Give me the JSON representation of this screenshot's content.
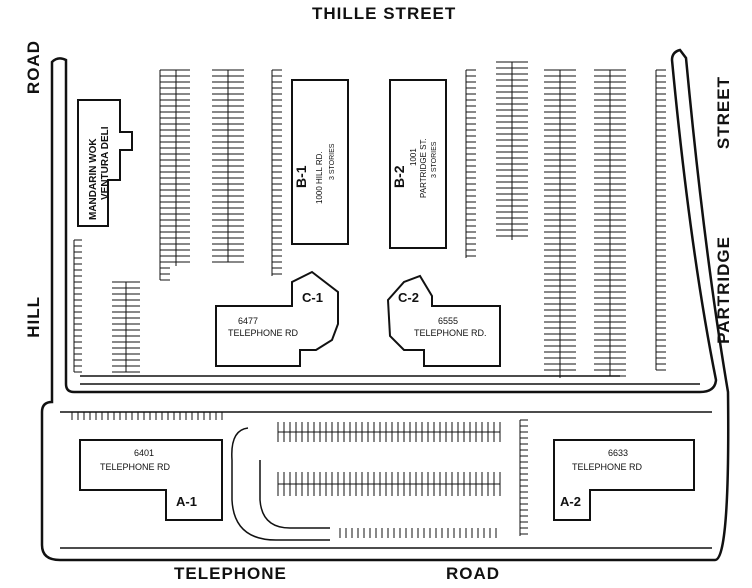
{
  "streets": {
    "top": "THILLE STREET",
    "left_top": "ROAD",
    "left_bottom": "HILL",
    "right_top": "STREET",
    "right_bottom": "PARTRIDGE",
    "bottom_left": "TELEPHONE",
    "bottom_right": "ROAD"
  },
  "buildings": {
    "b1": {
      "id": "B-1",
      "address": "1000 HILL RD.",
      "stories": "3 STORIES"
    },
    "b2": {
      "id": "B-2",
      "address_num": "1001",
      "address": "PARTRIDGE ST.",
      "stories": "3 STORIES"
    },
    "c1": {
      "id": "C-1",
      "number": "6477",
      "street": "TELEPHONE RD"
    },
    "c2": {
      "id": "C-2",
      "number": "6555",
      "street": "TELEPHONE RD."
    },
    "a1": {
      "id": "A-1",
      "number": "6401",
      "street": "TELEPHONE RD"
    },
    "a2": {
      "id": "A-2",
      "number": "6633",
      "street": "TELEPHONE RD"
    },
    "mandarin": {
      "name1": "MANDARIN WOK",
      "name2": "VENTURA DELI"
    }
  }
}
